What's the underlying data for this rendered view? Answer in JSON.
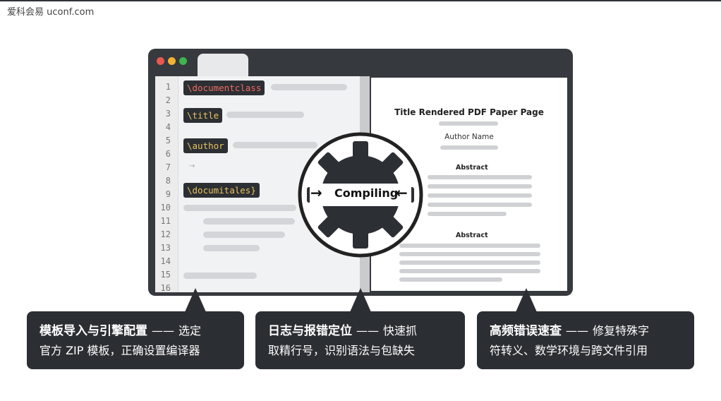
{
  "watermark": "爱科会易 uconf.com",
  "editor": {
    "line_numbers": [
      "1",
      "2",
      "3",
      "4",
      "5",
      "6",
      "7",
      "8",
      "9",
      "10",
      "11",
      "12",
      "13",
      "14",
      "15",
      "16"
    ],
    "commands": {
      "documentclass": "\\documentclass",
      "title": "\\title",
      "author": "\\author",
      "documitales": "\\documitales}"
    },
    "arrow_glyph": "→"
  },
  "center": {
    "label": "Compiling",
    "left_arrow": "→",
    "right_arrow": "←"
  },
  "pdf": {
    "title": "Title Rendered PDF Paper Page",
    "author": "Author Name",
    "abstract_1": "Abstract",
    "abstract_2": "Abstract"
  },
  "callouts": [
    {
      "title": "模板导入与引擎配置",
      "dash": "——",
      "line1_rest": "选定",
      "line2": "官方 ZIP 模板，正确设置编译器"
    },
    {
      "title": "日志与报错定位",
      "dash": "——",
      "line1_rest": "快速抓",
      "line2": "取精行号，识别语法与包缺失"
    },
    {
      "title": "高频错误速查",
      "dash": "——",
      "line1_rest": "修复特殊字",
      "line2": "符转义、数学环境与跨文件引用"
    }
  ],
  "colors": {
    "window_frame": "#36393d",
    "callout_bg": "#2b2e32",
    "command_yellow": "#e9c460",
    "command_red": "#ef6b62"
  }
}
